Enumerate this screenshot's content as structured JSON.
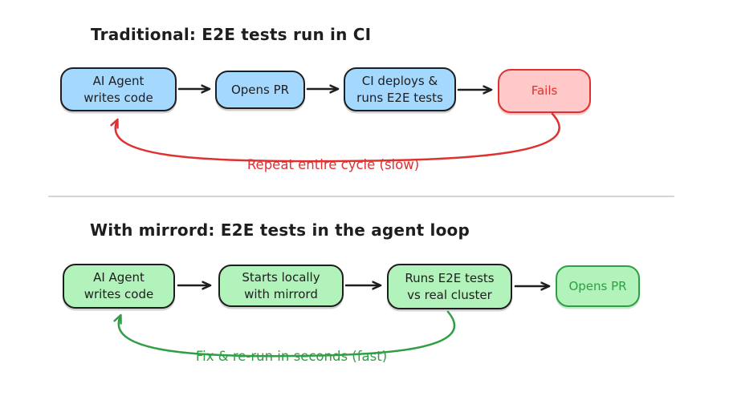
{
  "colors": {
    "ink": "#1e1e1e",
    "blue_fill": "#a5d8ff",
    "green_fill": "#b2f2bb",
    "red_fill": "#ffc9c9",
    "red_stroke": "#e03131",
    "green_stroke": "#2f9e44",
    "divider": "#d2d5d8"
  },
  "sections": [
    {
      "title": "Traditional: E2E tests run in CI",
      "nodes": [
        {
          "label": "AI Agent\nwrites code",
          "variant": "blue"
        },
        {
          "label": "Opens PR",
          "variant": "blue"
        },
        {
          "label": "CI deploys &\nruns E2E tests",
          "variant": "blue"
        },
        {
          "label": "Fails",
          "variant": "red"
        }
      ],
      "loop_label": "Repeat entire cycle (slow)"
    },
    {
      "title": "With mirrord: E2E tests in the agent loop",
      "nodes": [
        {
          "label": "AI Agent\nwrites code",
          "variant": "green"
        },
        {
          "label": "Starts locally\nwith mirrord",
          "variant": "green"
        },
        {
          "label": "Runs E2E tests\nvs real cluster",
          "variant": "green"
        },
        {
          "label": "Opens PR",
          "variant": "green-outline"
        }
      ],
      "loop_label": "Fix & re-run in seconds (fast)"
    }
  ]
}
